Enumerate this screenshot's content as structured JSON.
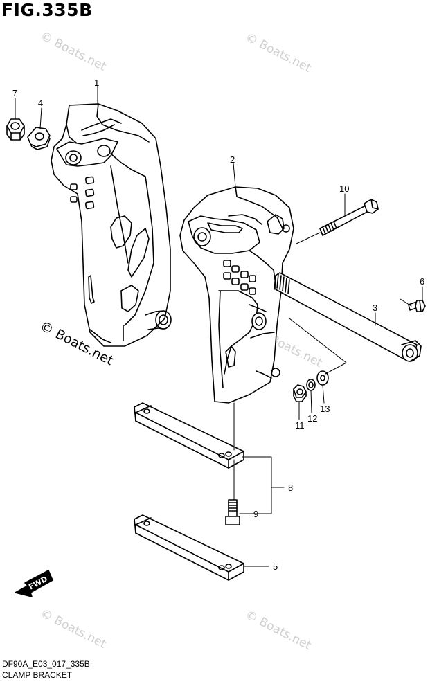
{
  "figure": {
    "title": "FIG.335B",
    "code": "DF90A_E03_017_335B",
    "name": "CLAMP BRACKET"
  },
  "watermarks": {
    "corner": "© Boats.net",
    "center": "© Boats.net"
  },
  "callouts": [
    {
      "id": "1",
      "label": "1"
    },
    {
      "id": "2",
      "label": "2"
    },
    {
      "id": "3",
      "label": "3"
    },
    {
      "id": "4",
      "label": "4"
    },
    {
      "id": "5",
      "label": "5"
    },
    {
      "id": "6",
      "label": "6"
    },
    {
      "id": "7",
      "label": "7"
    },
    {
      "id": "8",
      "label": "8"
    },
    {
      "id": "9",
      "label": "9"
    },
    {
      "id": "10",
      "label": "10"
    },
    {
      "id": "11",
      "label": "11"
    },
    {
      "id": "12",
      "label": "12"
    },
    {
      "id": "13",
      "label": "13"
    }
  ],
  "direction_marker": {
    "label": "FWD"
  }
}
